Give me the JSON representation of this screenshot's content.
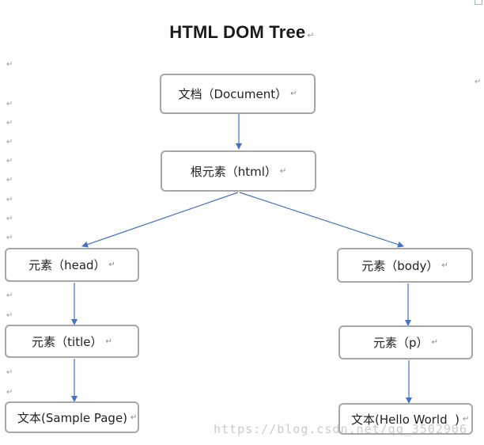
{
  "title": "HTML DOM Tree",
  "return_mark": "↵",
  "nodes": {
    "document": "文档（Document）",
    "html": "根元素（html）",
    "head": "元素（head）",
    "body": "元素（body）",
    "title": "元素（title）",
    "p": "元素（p）",
    "sample_text": "文本(Sample Page)",
    "hello_text": "文本(Hello World  )"
  },
  "watermark": "https://blog.csdn.net/qq_3502906",
  "colors": {
    "arrow": "#4472c4",
    "node_border": "#a7a7a7"
  }
}
